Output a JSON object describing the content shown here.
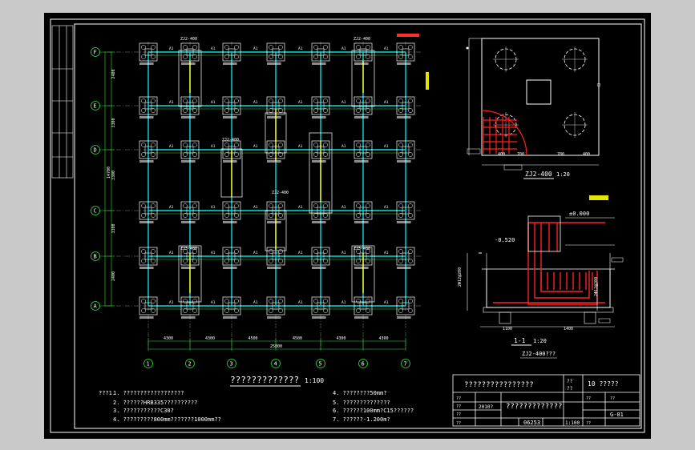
{
  "plan": {
    "axis_rows": [
      "F",
      "E",
      "D",
      "C",
      "B",
      "A"
    ],
    "axis_cols": [
      "1",
      "2",
      "3",
      "4",
      "5",
      "6",
      "7"
    ],
    "title": "?????????????",
    "scale": "1:100",
    "bottom_dims": [
      "4300",
      "4300",
      "4500",
      "4500",
      "4300",
      "4300"
    ],
    "bottom_total": "25800",
    "left_dims": [
      "2400",
      "3300",
      "3300",
      "3300",
      "2400"
    ],
    "left_total": "14700",
    "cap_labels": [
      "ZJ2-400",
      "ZJ2-400",
      "ZJ2-400",
      "ZJ2-400",
      "ZJ3-400",
      "ZJ3-400"
    ],
    "beam_label": "A1"
  },
  "detail_top": {
    "title": "ZJ2-400",
    "scale": "1:20",
    "dims": [
      "400",
      "700",
      "700",
      "400"
    ]
  },
  "detail_bottom": {
    "title": "1-1",
    "scale": "1:20",
    "subtitle": "ZJ2-400???",
    "elev_top": "±0.000",
    "elev_mid": "-0.520",
    "dims": [
      "1100",
      "1400"
    ],
    "side_dims": [
      "2Φ12@200",
      "2Φ12@200"
    ]
  },
  "notes": {
    "heading": "???1.",
    "items": [
      "1.  ??????????????????",
      "2.  ??????HRB335??????????",
      "3.  ???????????C30?",
      "4.  ?????????800mm???????1000mm??",
      "4.  ????????50mm?",
      "5.  ??????????????",
      "6.  ??????100mm?C15??????",
      "7.  ??????-1.200m?"
    ]
  },
  "title_block": {
    "main": "????????????????",
    "project": "?????????????",
    "sheet_tag": "10 ?????",
    "code": "06253",
    "scale": "1:100",
    "sheet_no": "G-01",
    "date_label": "2010?",
    "small": "??"
  }
}
